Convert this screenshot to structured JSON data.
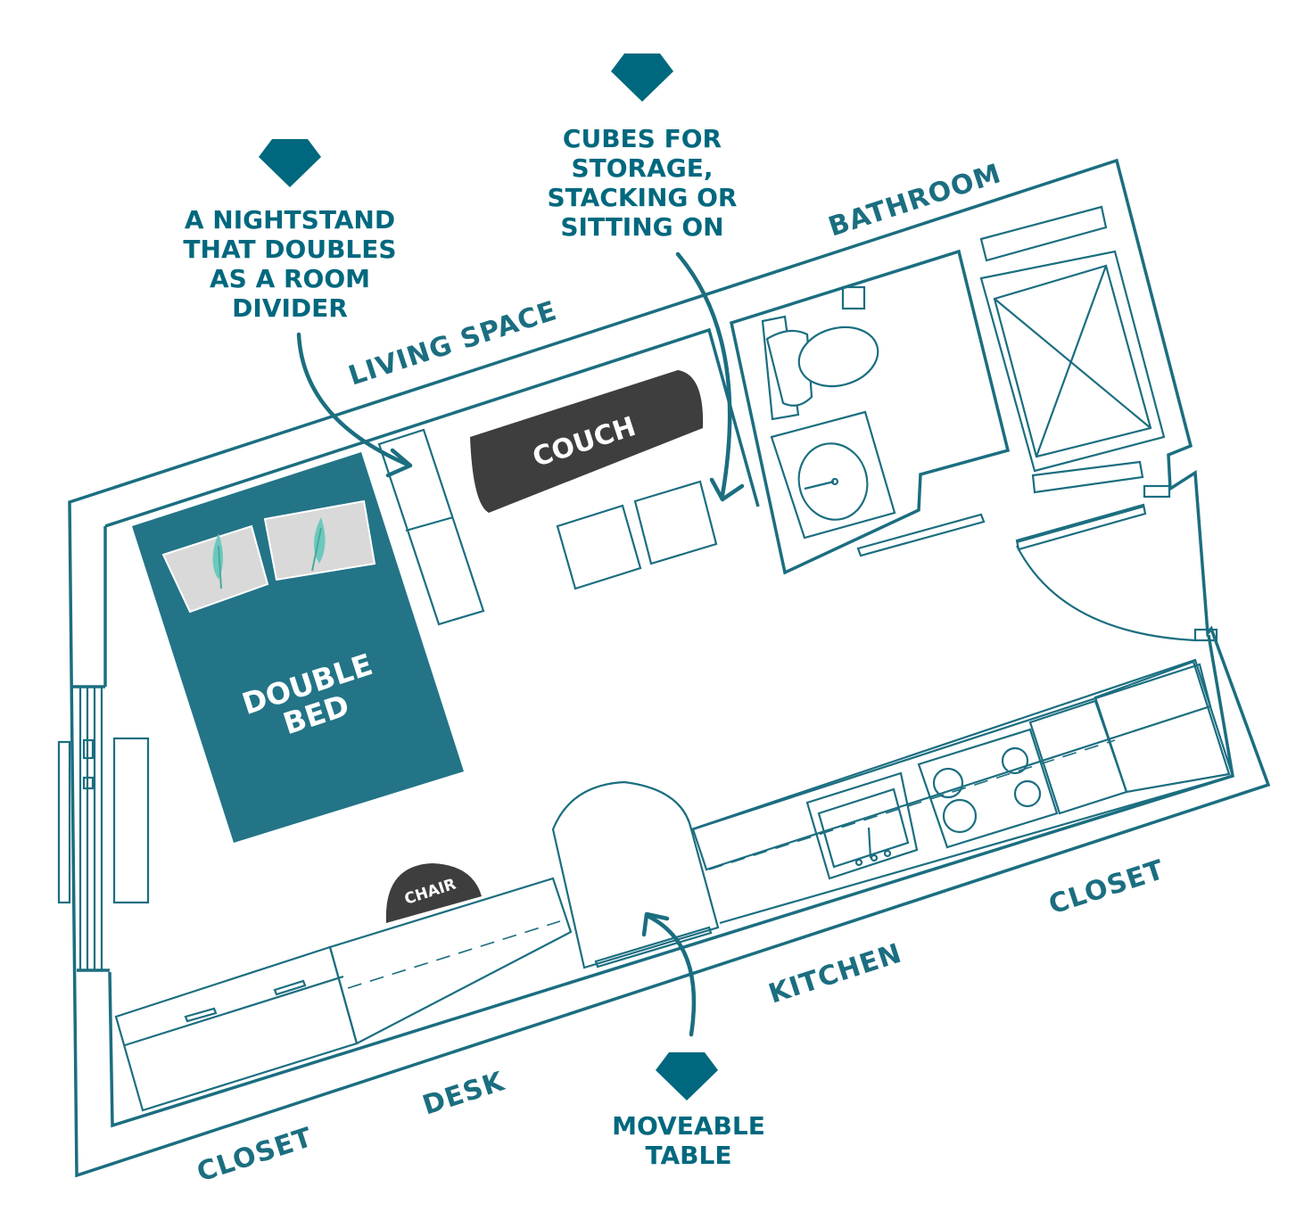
{
  "colors": {
    "wall": "#1b6e80",
    "accent": "#00687e",
    "bed": "#237487",
    "dark_furniture": "#3e3e3e",
    "pillow": "#d9d9d9",
    "feather": "#6cc9bd"
  },
  "rooms": {
    "living_space": "LIVING SPACE",
    "bathroom": "BATHROOM",
    "closet_right": "CLOSET",
    "kitchen": "KITCHEN",
    "desk": "DESK",
    "closet_left": "CLOSET"
  },
  "furniture": {
    "couch": "COUCH",
    "bed_line1": "DOUBLE",
    "bed_line2": "BED",
    "chair": "CHAIR"
  },
  "callouts": {
    "nightstand": [
      "A NIGHTSTAND",
      "THAT DOUBLES",
      "AS A ROOM",
      "DIVIDER"
    ],
    "cubes": [
      "CUBES FOR",
      "STORAGE,",
      "STACKING OR",
      "SITTING ON"
    ],
    "table": [
      "MOVEABLE",
      "TABLE"
    ]
  }
}
